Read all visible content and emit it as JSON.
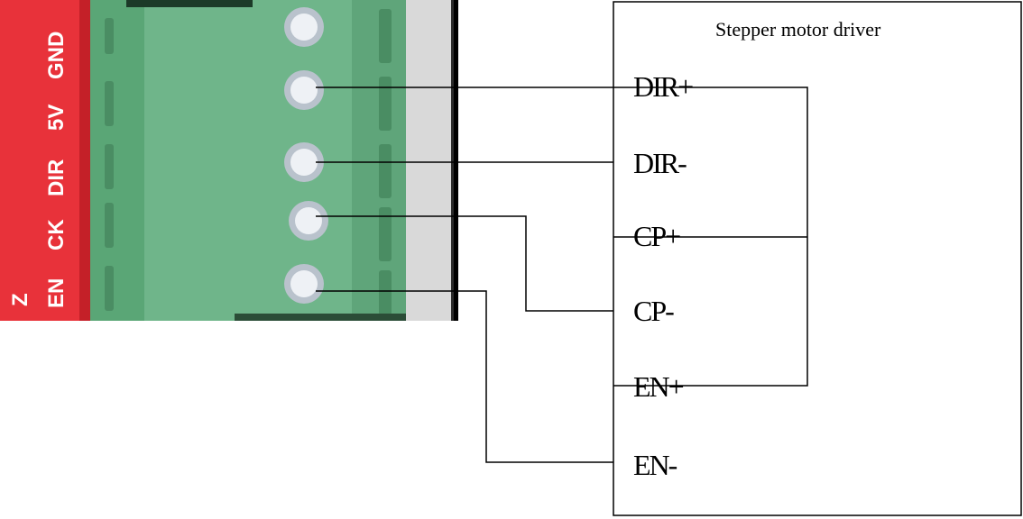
{
  "board": {
    "labels": [
      "GND",
      "5V",
      "DIR",
      "CK",
      "EN"
    ],
    "partial_label": "Z",
    "colors": {
      "pcb": "#e8323a",
      "terminal_block": "#6fb58a",
      "screw": "#dfe3ea",
      "frame": "#1a1a1a"
    }
  },
  "driver": {
    "title": "Stepper motor driver",
    "pins": [
      "DIR+",
      "DIR-",
      "CP+",
      "CP-",
      "EN+",
      "EN-"
    ]
  },
  "wiring": [
    {
      "from": "5V",
      "to": "DIR+, CP+, EN+"
    },
    {
      "from": "DIR",
      "to": "DIR-"
    },
    {
      "from": "CK",
      "to": "CP-"
    },
    {
      "from": "EN",
      "to": "EN-"
    }
  ]
}
